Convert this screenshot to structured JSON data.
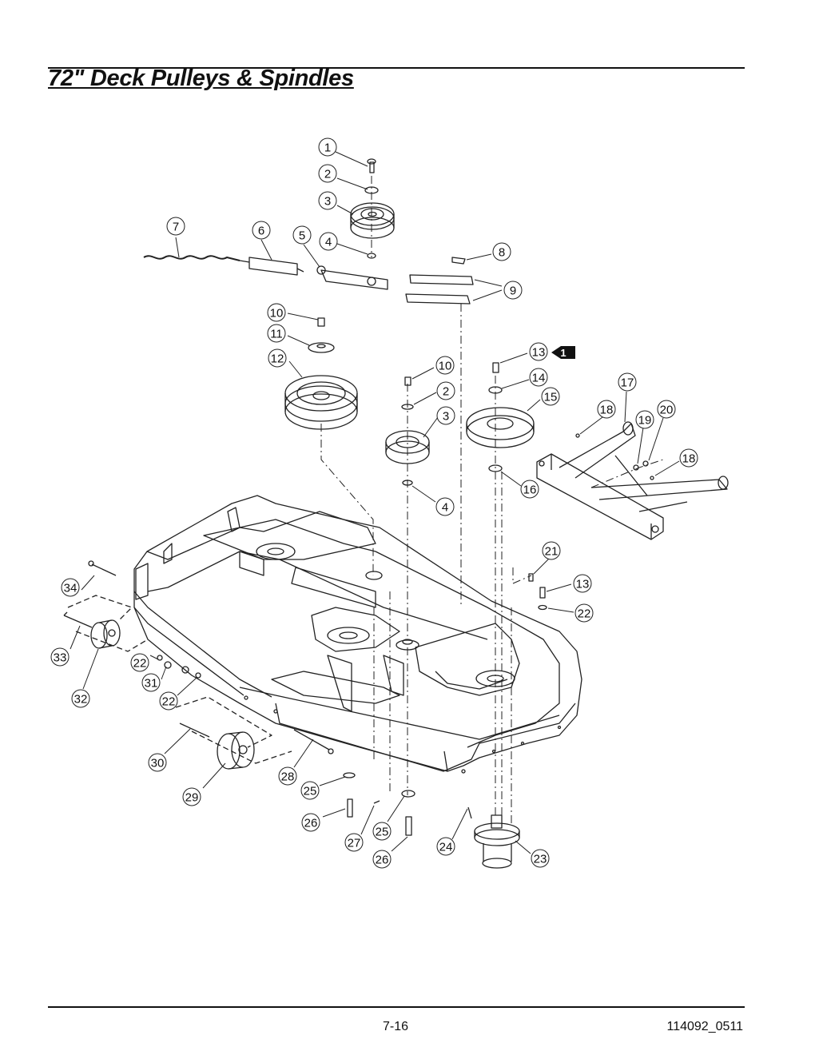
{
  "page": {
    "title": "72\" Deck Pulleys & Spindles",
    "page_number": "7-16",
    "doc_code": "114092_0511"
  },
  "callouts": [
    "1",
    "2",
    "3",
    "7",
    "6",
    "5",
    "4",
    "8",
    "9",
    "10",
    "11",
    "12",
    "10",
    "2",
    "3",
    "4",
    "13",
    "14",
    "15",
    "16",
    "17",
    "18",
    "19",
    "20",
    "18",
    "21",
    "13",
    "22",
    "34",
    "33",
    "32",
    "22",
    "31",
    "22",
    "30",
    "29",
    "28",
    "25",
    "26",
    "27",
    "25",
    "26",
    "24",
    "23"
  ],
  "badge": {
    "label": "1"
  }
}
